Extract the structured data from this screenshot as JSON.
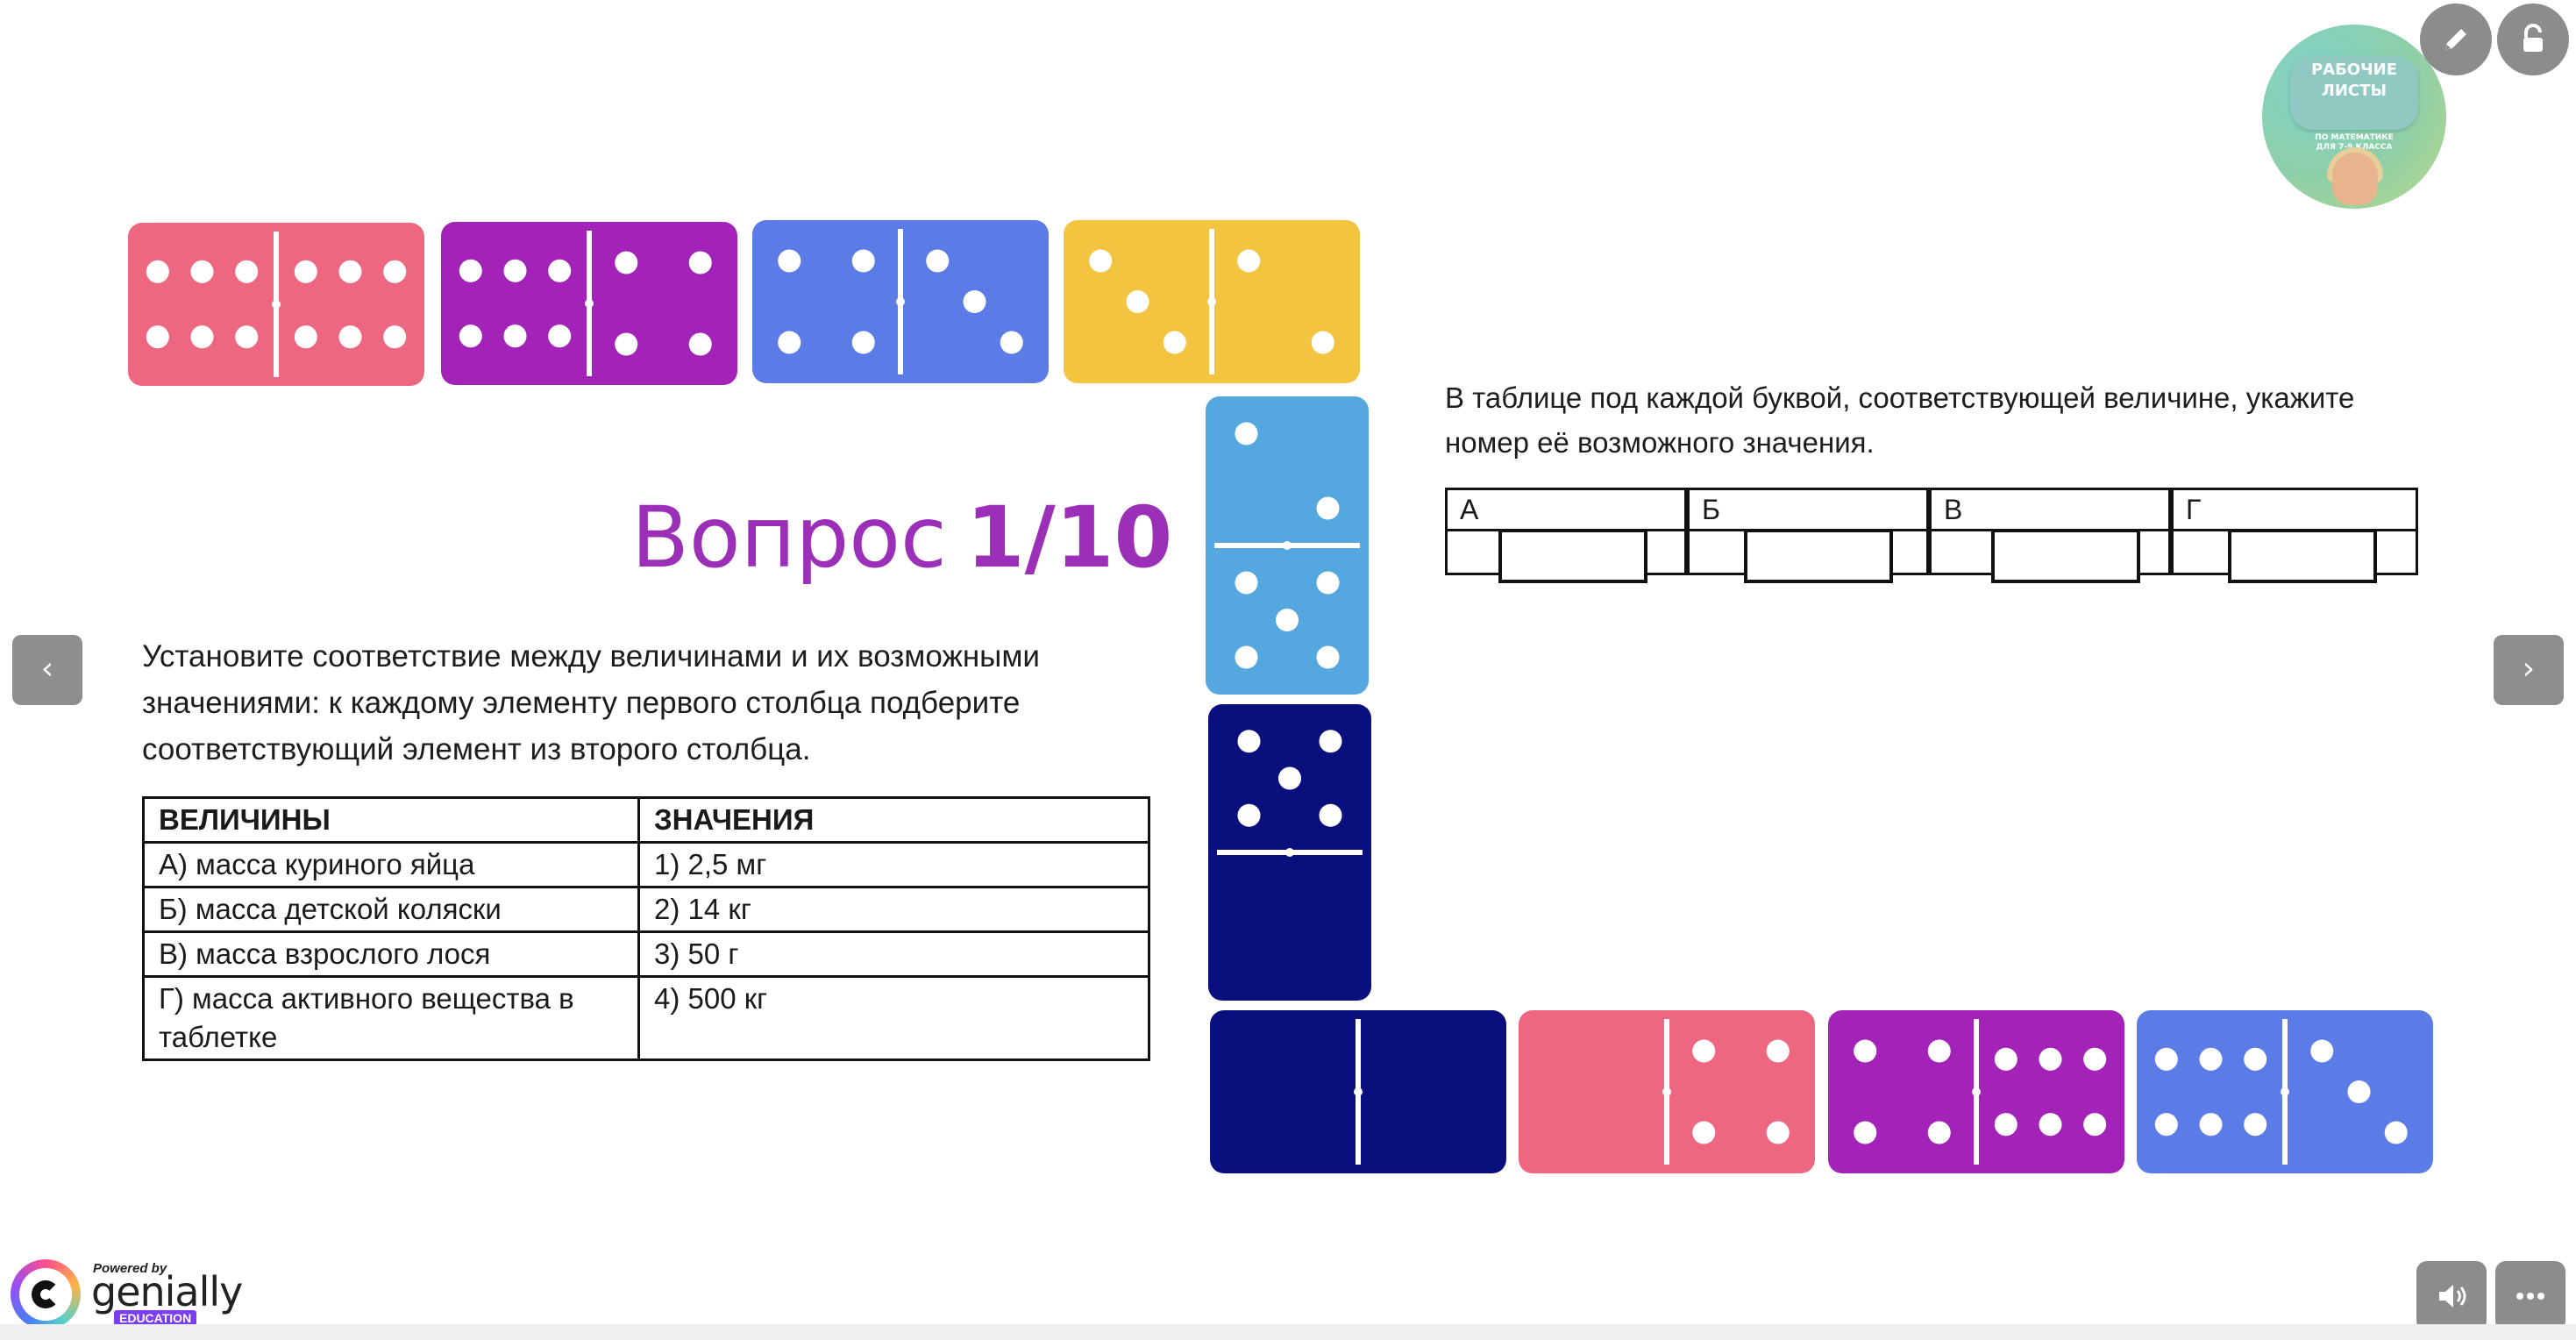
{
  "title": {
    "word": "Вопрос",
    "number": "1/10"
  },
  "instruction": {
    "lines": [
      "Установите соответствие между величинами и их возможными",
      "значениями: к каждому элементу первого столбца подберите",
      "соответствующий элемент из второго столбца."
    ]
  },
  "table": {
    "headers": [
      "ВЕЛИЧИНЫ",
      "ЗНАЧЕНИЯ"
    ],
    "rows": [
      [
        "А) масса куриного яйца",
        "1) 2,5 мг"
      ],
      [
        "Б) масса детской коляски",
        "2) 14 кг"
      ],
      [
        "В) масса взрослого лося",
        "3) 50 г"
      ],
      [
        "Г) масса активного вещества в таблетке",
        "4) 500 кг"
      ]
    ]
  },
  "answer_instruction": {
    "lines": [
      "В таблице под каждой буквой, соответствующей величине, укажите",
      "номер её возможного значения."
    ]
  },
  "answer_grid": {
    "letters": [
      "А",
      "Б",
      "В",
      "Г"
    ]
  },
  "logo": {
    "line1": "РАБОЧИЕ",
    "line2": "ЛИСТЫ",
    "line3": "ПО МАТЕМАТИКЕ",
    "line4": "ДЛЯ 7-9 КЛАССА"
  },
  "branding": {
    "powered": "Powered by",
    "name": "genially",
    "edu": "EDUCATION"
  },
  "nav": {
    "prev": "‹",
    "next": "›"
  },
  "icons": {
    "edit": "pencil-icon",
    "unlock": "unlock-icon",
    "sound": "speaker-icon",
    "more": "more-icon"
  },
  "colors": {
    "pink": "#ee6781",
    "purple": "#a322b8",
    "blue": "#5b7ce6",
    "yellow": "#f3c440",
    "light_blue": "#55a7df",
    "navy": "#0a0f7e",
    "title": "#9b2fb8"
  },
  "dominoes": [
    {
      "color": "pink",
      "a": 6,
      "b": 6
    },
    {
      "color": "purple",
      "a": 6,
      "b": 4
    },
    {
      "color": "blue",
      "a": 4,
      "b": 3
    },
    {
      "color": "yellow",
      "a": 3,
      "b": 2
    },
    {
      "color": "light_blue",
      "a": 2,
      "b": 5
    },
    {
      "color": "navy",
      "a": 5,
      "b": 0
    },
    {
      "color": "navy",
      "a": 0,
      "b": 0
    },
    {
      "color": "pink",
      "a": 0,
      "b": 4
    },
    {
      "color": "purple",
      "a": 4,
      "b": 6
    },
    {
      "color": "blue",
      "a": 6,
      "b": 3
    }
  ]
}
